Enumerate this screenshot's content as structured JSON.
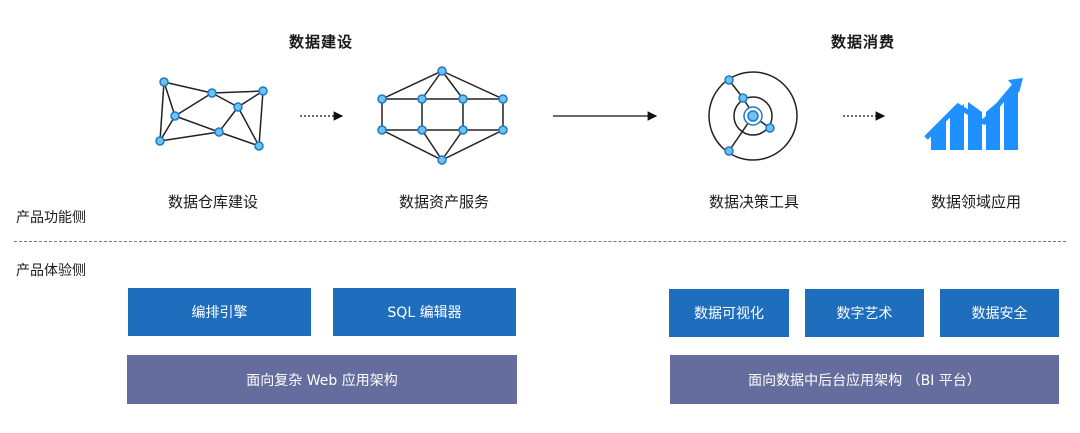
{
  "sections": {
    "build": "数据建设",
    "consume": "数据消费"
  },
  "icons": [
    {
      "icon": "network-icon",
      "label": "数据仓库建设"
    },
    {
      "icon": "hexagon-network-icon",
      "label": "数据资产服务"
    },
    {
      "icon": "target-icon",
      "label": "数据决策工具"
    },
    {
      "icon": "growth-chart-icon",
      "label": "数据领域应用"
    }
  ],
  "side_labels": {
    "function": "产品功能侧",
    "experience": "产品体验侧"
  },
  "left_boxes": [
    "编排引擎",
    "SQL 编辑器"
  ],
  "left_base": "面向复杂 Web 应用架构",
  "right_boxes": [
    "数据可视化",
    "数字艺术",
    "数据安全"
  ],
  "right_base": "面向数据中后台应用架构 （BI 平台）",
  "colors": {
    "box_blue": "#1f6dbd",
    "box_slate": "#646d9e",
    "node_fill": "#6cc3f0",
    "node_stroke": "#1e78c8",
    "chart_blue": "#1e90ff"
  }
}
